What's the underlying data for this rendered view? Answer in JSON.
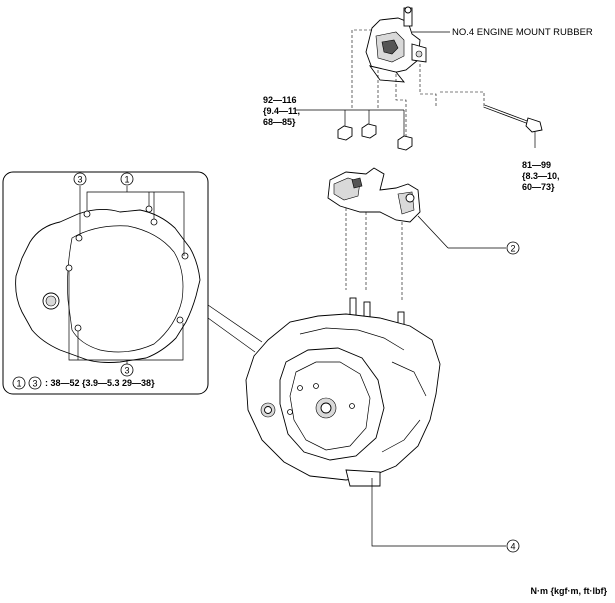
{
  "labels": {
    "mount_rubber": "NO.4 ENGINE MOUNT RUBBER",
    "torque_nuts_line1": "92—116",
    "torque_nuts_line2": "{9.4—11,",
    "torque_nuts_line3": "68—85}",
    "torque_bolt_line1": "81—99",
    "torque_bolt_line2": "{8.3—10,",
    "torque_bolt_line3": "60—73}",
    "torque_inset": ": 38—52 {3.9—5.3 29—38}",
    "units": "N·m {kgf·m, ft·lbf}"
  },
  "callouts": {
    "c1": "1",
    "c2": "2",
    "c3": "3",
    "c4": "4"
  },
  "colors": {
    "line": "#000000",
    "shade": "#d9d9d9",
    "background": "#ffffff"
  }
}
